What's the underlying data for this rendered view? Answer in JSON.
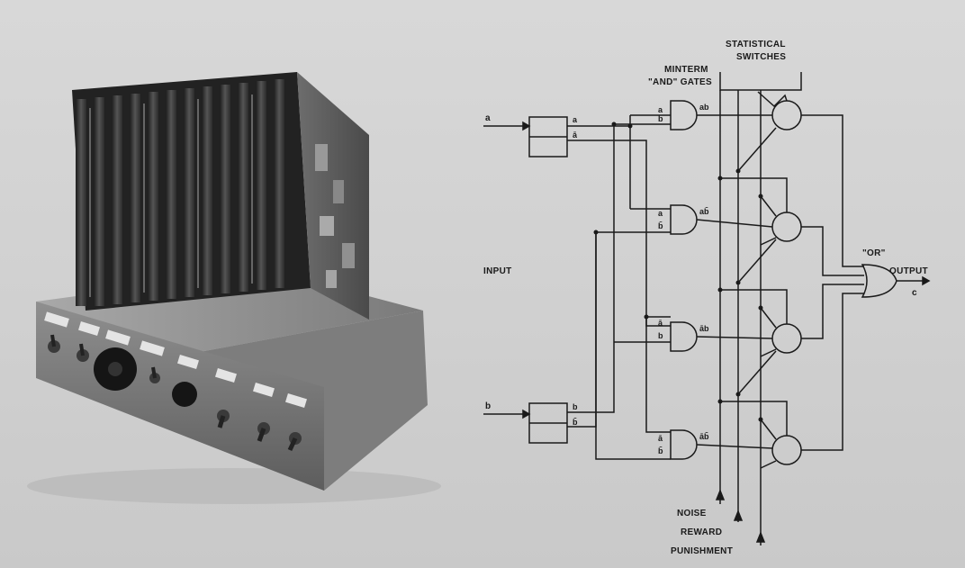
{
  "labels": {
    "statistical_1": "STATISTICAL",
    "statistical_2": "SWITCHES",
    "minterm_1": "MINTERM",
    "minterm_2": "\"AND\" GATES",
    "input": "INPUT",
    "or": "\"OR\"",
    "output": "OUTPUT",
    "noise": "NOISE",
    "reward": "REWARD",
    "punishment": "PUNISHMENT"
  },
  "signals": {
    "in_a": "a",
    "in_b": "b",
    "out_c": "c",
    "ff_a_top": "a",
    "ff_a_bot": "ā",
    "ff_b_top": "b",
    "ff_b_bot": "b̄",
    "g1_in1": "a",
    "g1_in2": "b",
    "g1_out": "ab",
    "g2_in1": "a",
    "g2_in2": "b̄",
    "g2_out": "ab̄",
    "g3_in1": "ā",
    "g3_in2": "b",
    "g3_out": "āb",
    "g4_in1": "ā",
    "g4_in2": "b̄",
    "g4_out": "āb̄"
  },
  "colors": {
    "background": "#d2d2d2",
    "ink": "#1a1a1a",
    "device_dark": "#2a2a2a",
    "device_metal": "#9a9a9a"
  }
}
